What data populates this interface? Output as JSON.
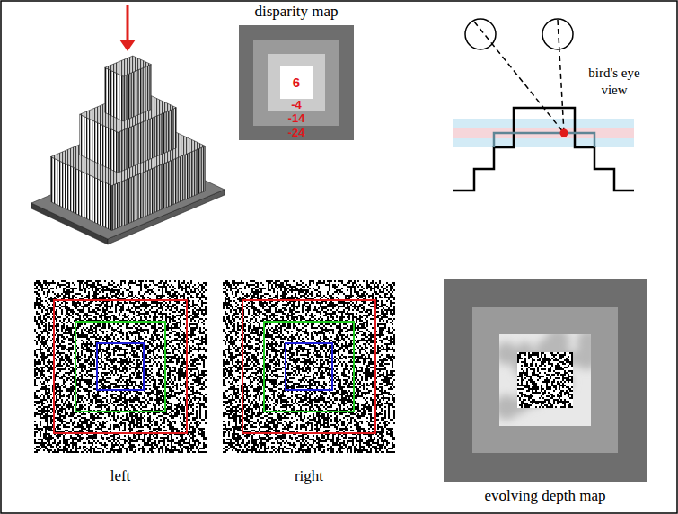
{
  "diagram": {
    "nodes": [
      {
        "text": [
          "disparity map",
          "-24"
        ]
      },
      {
        "text": [
          "-14"
        ],
        "in": 0
      },
      {
        "text": [
          "-4"
        ],
        "in": 1
      },
      {
        "text": [
          "6"
        ],
        "in": 2
      },
      {
        "text": [
          "left"
        ]
      },
      {
        "text": [
          "right"
        ]
      },
      {
        "text": [
          "evolving depth map"
        ]
      }
    ],
    "labels": [
      "bird's eye view"
    ]
  }
}
